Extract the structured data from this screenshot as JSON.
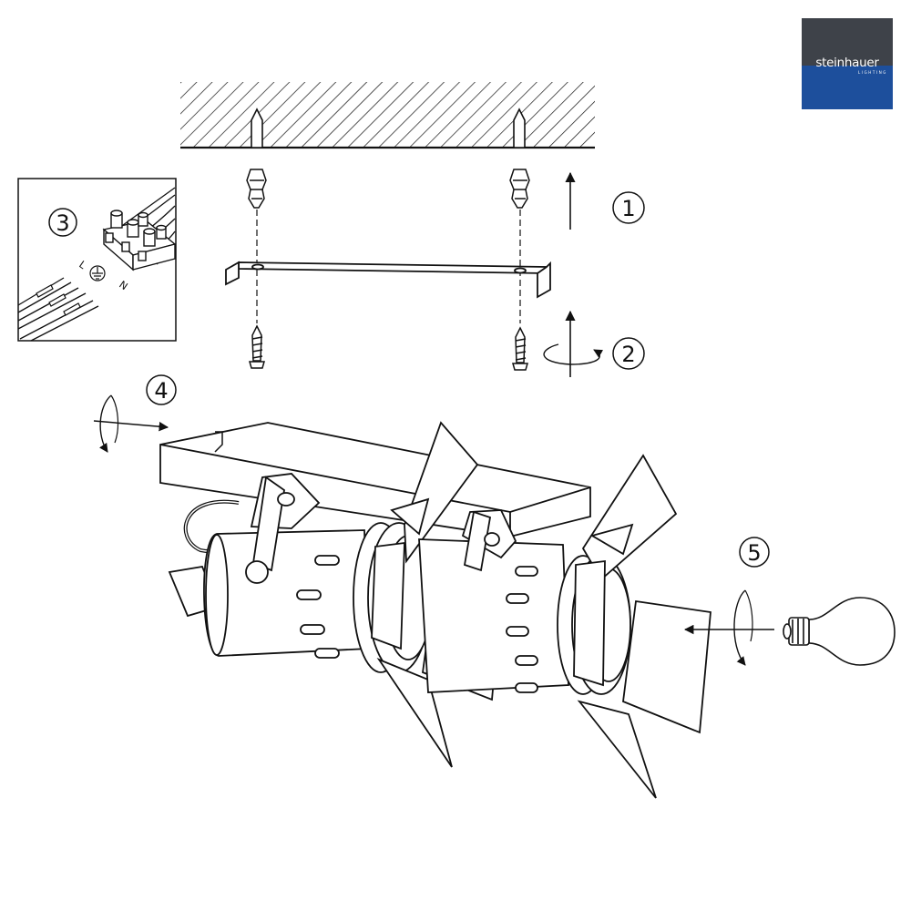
{
  "logo": {
    "wordmark": "steinhauer",
    "subline": "LIGHTING",
    "top_color": "#3e4249",
    "bottom_color": "#1d4f9c"
  },
  "steps": {
    "step1": "1",
    "step2": "2",
    "step3": "3",
    "step4": "4",
    "step5": "5"
  },
  "wiring": {
    "live": "L",
    "neutral": "N",
    "earth_icon": "earth-ground-icon"
  },
  "colors": {
    "line": "#111111",
    "background": "#ffffff"
  }
}
